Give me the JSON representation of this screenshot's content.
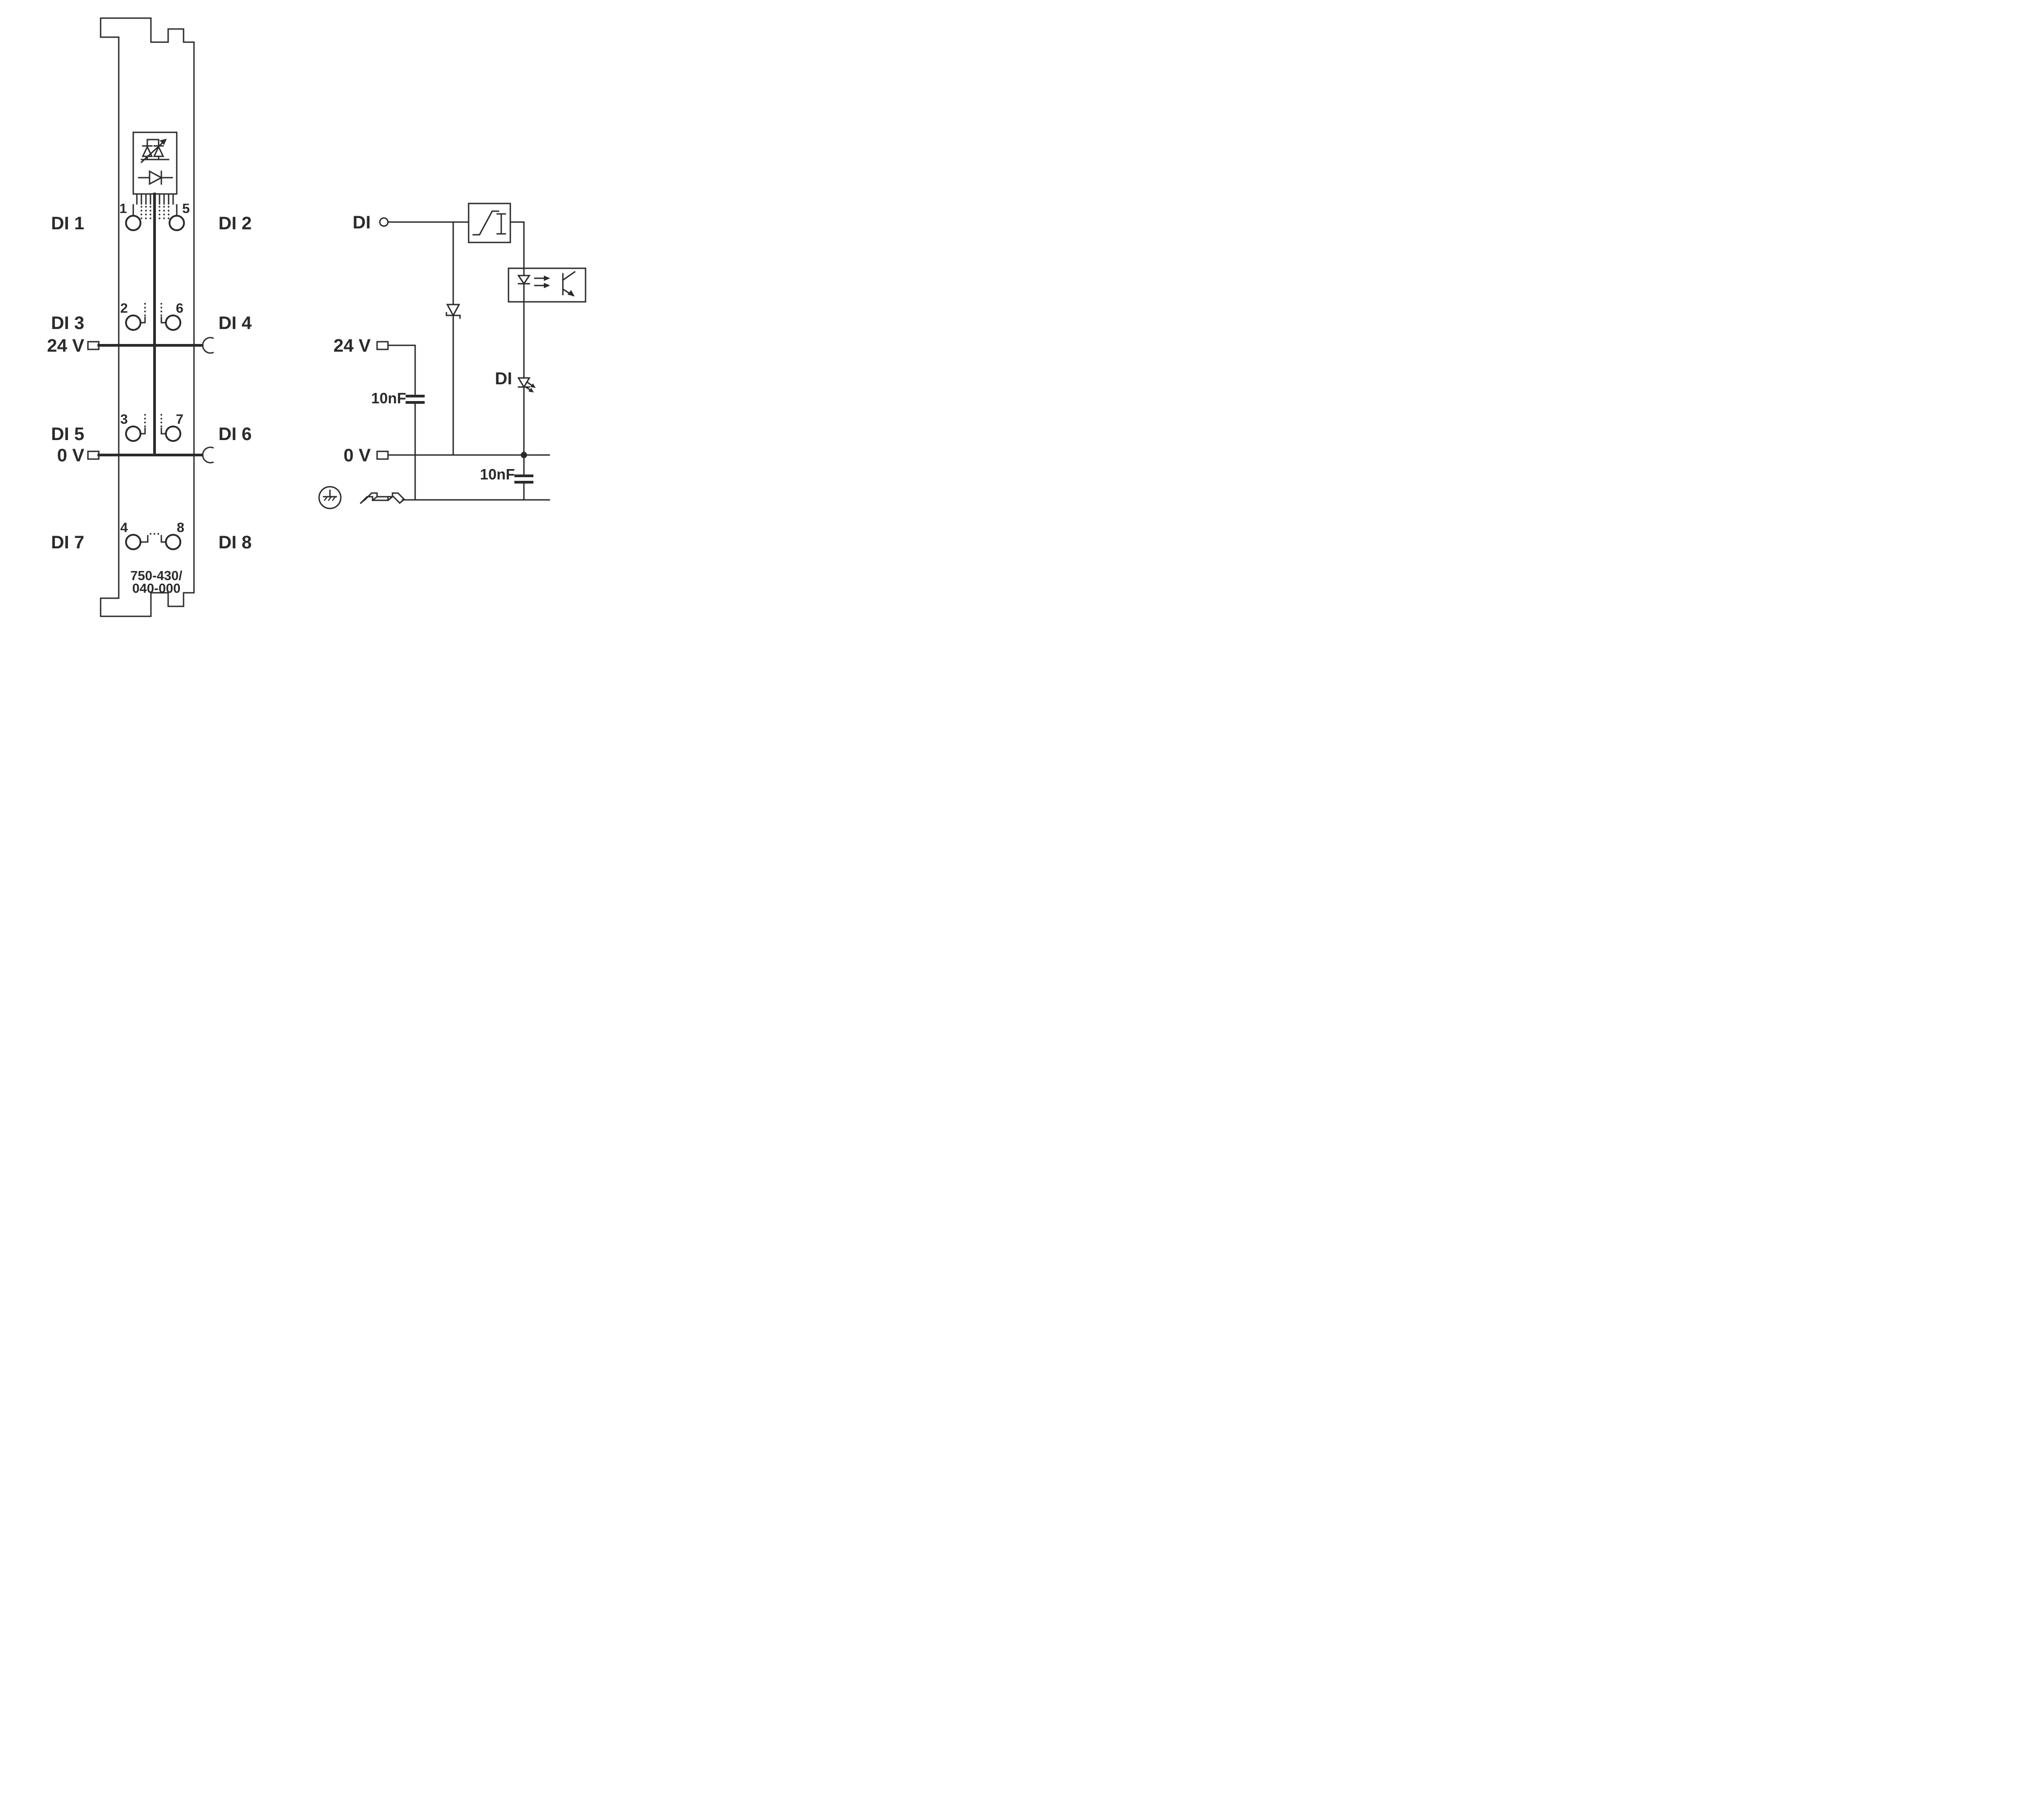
{
  "left_panel": {
    "labels": {
      "di1": "DI 1",
      "di2": "DI 2",
      "di3": "DI 3",
      "di4": "DI 4",
      "di5": "DI 5",
      "di6": "DI 6",
      "di7": "DI 7",
      "di8": "DI 8",
      "v24": "24 V",
      "v0": "0 V"
    },
    "terminals": {
      "t1": "1",
      "t2": "2",
      "t3": "3",
      "t4": "4",
      "t5": "5",
      "t6": "6",
      "t7": "7",
      "t8": "8"
    },
    "part_number": {
      "line1": "750-430/",
      "line2": "040-000"
    }
  },
  "schematic": {
    "di_input": "DI",
    "v24": "24 V",
    "v0": "0 V",
    "cap_24v": "10nF",
    "cap_0v": "10nF",
    "led_label": "DI"
  },
  "colors": {
    "line": "#2b2b2b",
    "background": "#ffffff"
  }
}
